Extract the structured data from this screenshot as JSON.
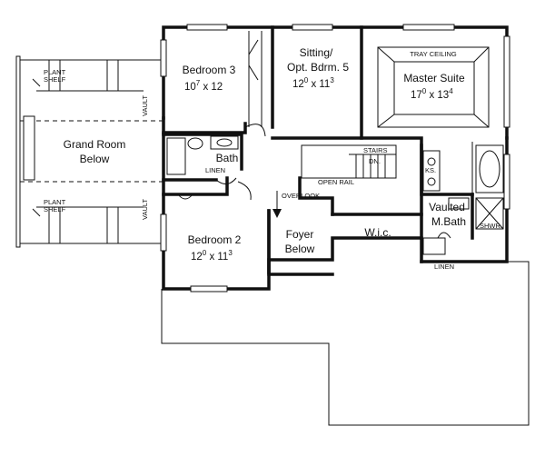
{
  "rooms": {
    "grand_room": {
      "name_line1": "Grand Room",
      "name_line2": "Below"
    },
    "bedroom3": {
      "name": "Bedroom 3",
      "dim_w": "10",
      "dim_w_sup": "7",
      "dim_x": " x ",
      "dim_h": "12"
    },
    "sitting": {
      "name_line1": "Sitting/",
      "name_line2": "Opt. Bdrm. 5",
      "dim_w": "12",
      "dim_w_sup": "0",
      "dim_x": " x ",
      "dim_h": "11",
      "dim_h_sup": "3"
    },
    "master": {
      "name": "Master Suite",
      "dim_w": "17",
      "dim_w_sup": "0",
      "dim_x": " x ",
      "dim_h": "13",
      "dim_h_sup": "4",
      "ceiling": "TRAY CEILING"
    },
    "bath": {
      "name": "Bath"
    },
    "bedroom2": {
      "name": "Bedroom 2",
      "dim_w": "12",
      "dim_w_sup": "0",
      "dim_x": " x ",
      "dim_h": "11",
      "dim_h_sup": "3"
    },
    "foyer": {
      "name_line1": "Foyer",
      "name_line2": "Below"
    },
    "wic": {
      "name": "W.i.c."
    },
    "master_bath": {
      "name_line1": "Vaulted",
      "name_line2": "M.Bath"
    }
  },
  "notes": {
    "plant_shelf_1a": "PLANT",
    "plant_shelf_1b": "SHELF",
    "plant_shelf_2a": "PLANT",
    "plant_shelf_2b": "SHELF",
    "vault_1": "VAULT",
    "vault_2": "VAULT",
    "linen_1": "LINEN",
    "linen_2": "LINEN",
    "stairs": "STAIRS",
    "down": "DN.",
    "open_rail": "OPEN RAIL",
    "overlook": "OVERLOOK",
    "ks": "KS.",
    "shwr": "SHWR."
  }
}
